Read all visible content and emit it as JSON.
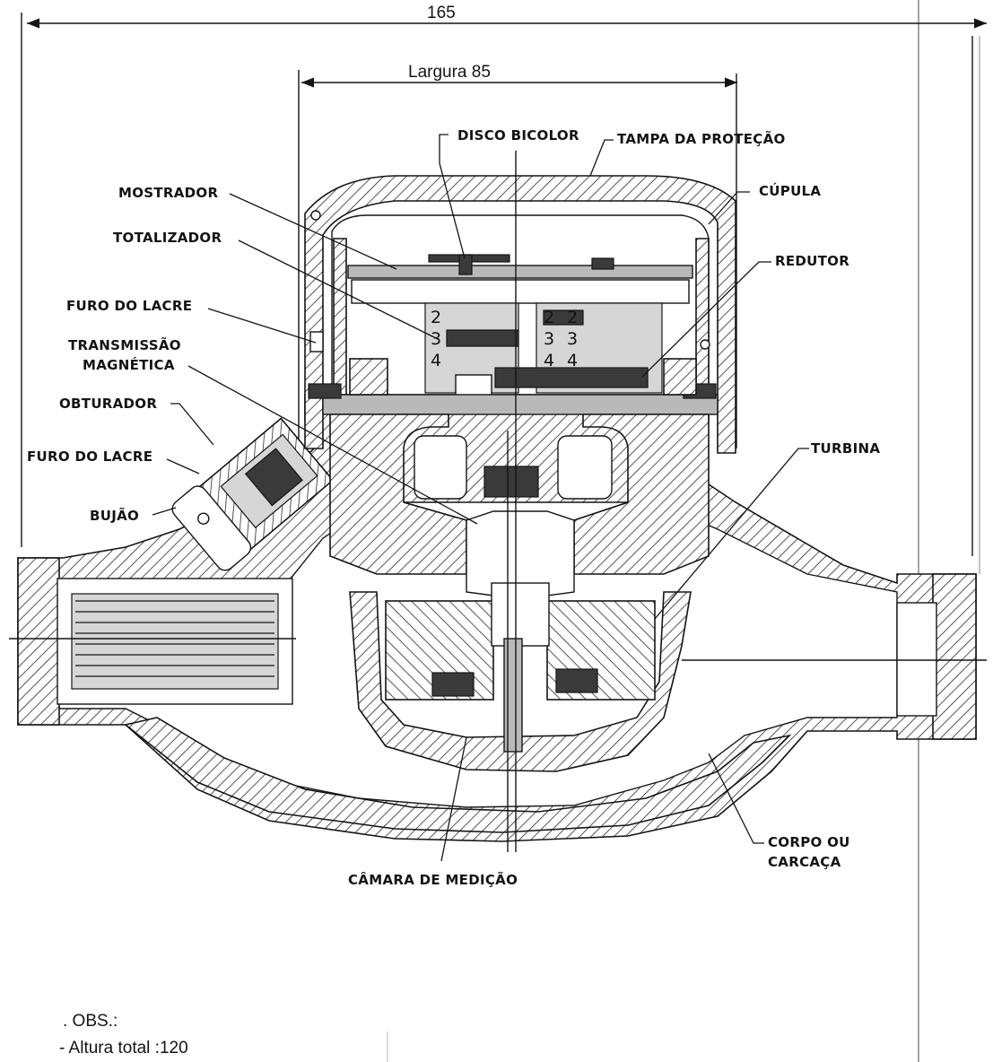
{
  "dimensions": {
    "total_length": "165",
    "width_label": "Largura 85"
  },
  "labels": {
    "disco_bicolor": "DISCO BICOLOR",
    "tampa_protecao": "TAMPA DA PROTEÇÃO",
    "mostrador": "MOSTRADOR",
    "cupula": "CÚPULA",
    "totalizador": "TOTALIZADOR",
    "redutor": "REDUTOR",
    "furo_lacre_top": "FURO DO LACRE",
    "transmissao_1": "TRANSMISSÃO",
    "transmissao_2": "MAGNÉTICA",
    "obturador": "OBTURADOR",
    "turbina": "TURBINA",
    "furo_lacre_side": "FURO DO LACRE",
    "bujao": "BUJÃO",
    "corpo_1": "CORPO OU",
    "corpo_2": "CARCAÇA",
    "camara": "CÂMARA DE MEDIÇÃO"
  },
  "counter_digits": {
    "left": [
      "2",
      "3",
      "4"
    ],
    "mid": [
      "2",
      "3",
      "4"
    ],
    "right": [
      "2",
      "3",
      "4"
    ]
  },
  "notes": {
    "obs": ". OBS.:",
    "altura": "- Altura total :120"
  }
}
